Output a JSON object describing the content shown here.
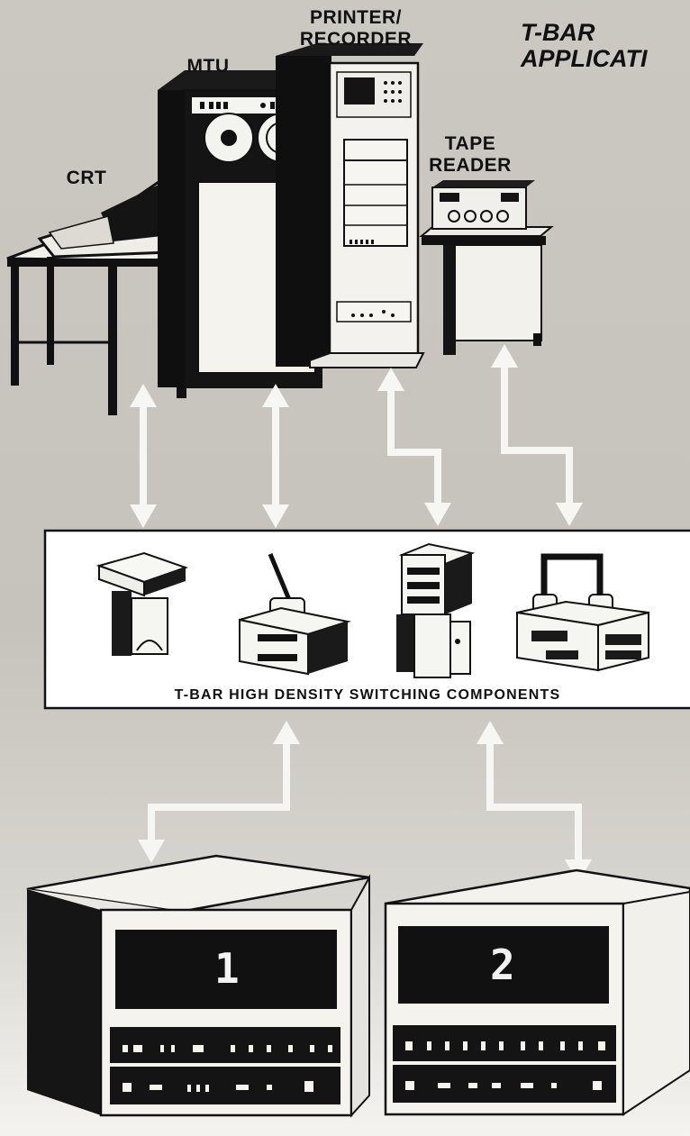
{
  "title": "T-BAR\nAPPLICATI",
  "labels": {
    "crt": "CRT",
    "mtu": "MTU",
    "printer": "PRINTER/\nRECORDER",
    "tape": "TAPE\nREADER"
  },
  "panel_caption": "T-BAR  HIGH  DENSITY  SWITCHING  COMPONENTS",
  "computers": {
    "one": "1",
    "two": "2"
  },
  "colors": {
    "background": "#c9c6bf",
    "ink": "#111111",
    "panel": "#ffffff"
  }
}
